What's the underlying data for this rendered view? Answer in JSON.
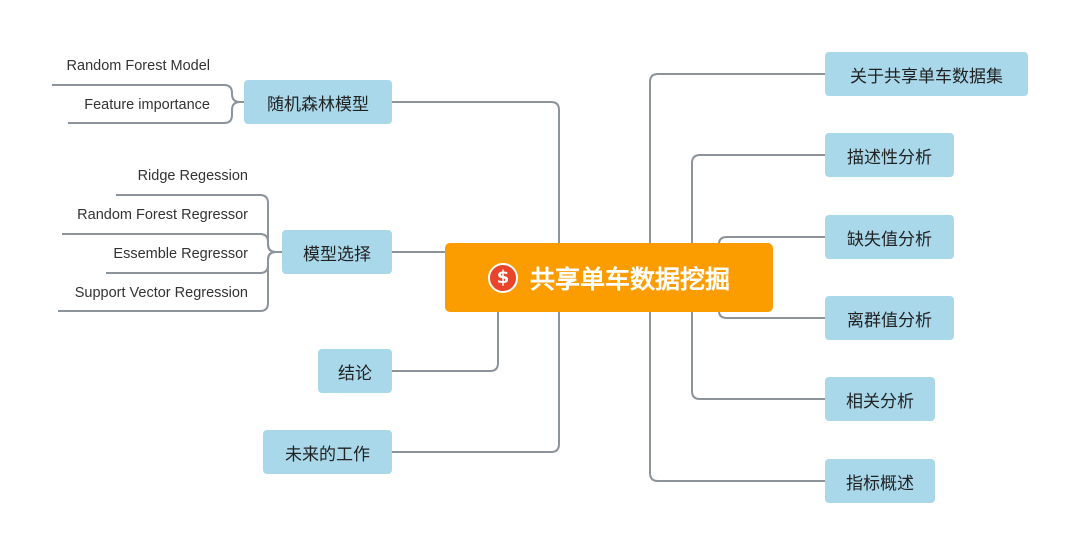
{
  "root": {
    "label": "共享单车数据挖掘",
    "icon": "dollar-coin-icon",
    "icon_glyph": "$",
    "color": "#fb9d00"
  },
  "right_branches": [
    "关于共享单车数据集",
    "描述性分析",
    "缺失值分析",
    "离群值分析",
    "相关分析",
    "指标概述"
  ],
  "left_branches": {
    "random_forest": {
      "label": "随机森林模型",
      "children": [
        "Random Forest Model",
        "Feature importance"
      ]
    },
    "model_selection": {
      "label": "模型选择",
      "children": [
        "Ridge Regession",
        "Random Forest Regressor",
        "Essemble Regressor",
        "Support Vector Regression"
      ]
    },
    "conclusion": {
      "label": "结论"
    },
    "future_work": {
      "label": "未来的工作"
    }
  },
  "colors": {
    "node_fill": "#a8d8ea",
    "connector": "#8c939b",
    "icon_red": "#e8452c"
  }
}
